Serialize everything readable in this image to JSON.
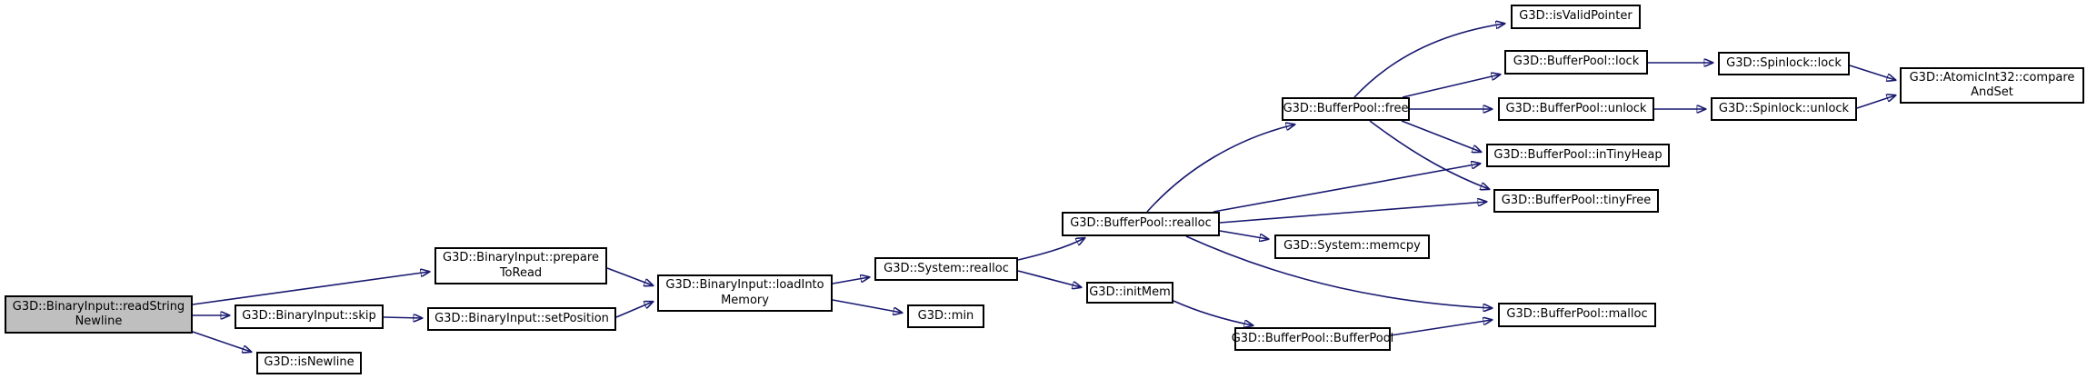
{
  "diagram": {
    "kind": "doxygen-call-graph",
    "root_function": "G3D::BinaryInput::readStringNewline",
    "background_color": "#ffffff",
    "edge_color": "#191970",
    "node_border_color": "#000000",
    "node_fill_color": "#ffffff",
    "highlight_fill_color": "#bfbfbf",
    "text_color": "#000000"
  },
  "nodes": [
    {
      "id": "readStringNewline",
      "label": "G3D::BinaryInput::readString",
      "label2": "Newline",
      "full_name": "G3D::BinaryInput::readStringNewline",
      "highlighted": true
    },
    {
      "id": "skip",
      "label": "G3D::BinaryInput::skip",
      "full_name": "G3D::BinaryInput::skip",
      "highlighted": false
    },
    {
      "id": "isNewline",
      "label": "G3D::isNewline",
      "full_name": "G3D::isNewline",
      "highlighted": false
    },
    {
      "id": "prepareToRead",
      "label": "G3D::BinaryInput::prepare",
      "label2": "ToRead",
      "full_name": "G3D::BinaryInput::prepareToRead",
      "highlighted": false
    },
    {
      "id": "setPosition",
      "label": "G3D::BinaryInput::setPosition",
      "full_name": "G3D::BinaryInput::setPosition",
      "highlighted": false
    },
    {
      "id": "loadIntoMemory",
      "label": "G3D::BinaryInput::loadInto",
      "label2": "Memory",
      "full_name": "G3D::BinaryInput::loadIntoMemory",
      "highlighted": false
    },
    {
      "id": "systemRealloc",
      "label": "G3D::System::realloc",
      "full_name": "G3D::System::realloc",
      "highlighted": false
    },
    {
      "id": "min",
      "label": "G3D::min",
      "full_name": "G3D::min",
      "highlighted": false
    },
    {
      "id": "bufferPoolRealloc",
      "label": "G3D::BufferPool::realloc",
      "full_name": "G3D::BufferPool::realloc",
      "highlighted": false
    },
    {
      "id": "initMem",
      "label": "G3D::initMem",
      "full_name": "G3D::initMem",
      "highlighted": false
    },
    {
      "id": "bufferPoolBufferPool",
      "label": "G3D::BufferPool::BufferPool",
      "full_name": "G3D::BufferPool::BufferPool",
      "highlighted": false
    },
    {
      "id": "bufferPoolMalloc",
      "label": "G3D::BufferPool::malloc",
      "full_name": "G3D::BufferPool::malloc",
      "highlighted": false
    },
    {
      "id": "systemMemcpy",
      "label": "G3D::System::memcpy",
      "full_name": "G3D::System::memcpy",
      "highlighted": false
    },
    {
      "id": "bufferPoolFree",
      "label": "G3D::BufferPool::free",
      "full_name": "G3D::BufferPool::free",
      "highlighted": false
    },
    {
      "id": "isValidPointer",
      "label": "G3D::isValidPointer",
      "full_name": "G3D::isValidPointer",
      "highlighted": false
    },
    {
      "id": "bufferPoolLock",
      "label": "G3D::BufferPool::lock",
      "full_name": "G3D::BufferPool::lock",
      "highlighted": false
    },
    {
      "id": "bufferPoolUnlock",
      "label": "G3D::BufferPool::unlock",
      "full_name": "G3D::BufferPool::unlock",
      "highlighted": false
    },
    {
      "id": "inTinyHeap",
      "label": "G3D::BufferPool::inTinyHeap",
      "full_name": "G3D::BufferPool::inTinyHeap",
      "highlighted": false
    },
    {
      "id": "tinyFree",
      "label": "G3D::BufferPool::tinyFree",
      "full_name": "G3D::BufferPool::tinyFree",
      "highlighted": false
    },
    {
      "id": "spinlockLock",
      "label": "G3D::Spinlock::lock",
      "full_name": "G3D::Spinlock::lock",
      "highlighted": false
    },
    {
      "id": "spinlockUnlock",
      "label": "G3D::Spinlock::unlock",
      "full_name": "G3D::Spinlock::unlock",
      "highlighted": false
    },
    {
      "id": "compareAndSet",
      "label": "G3D::AtomicInt32::compare",
      "label2": "AndSet",
      "full_name": "G3D::AtomicInt32::compareAndSet",
      "highlighted": false
    }
  ],
  "edges": [
    {
      "from": "G3D::BinaryInput::readStringNewline",
      "to": "G3D::BinaryInput::prepareToRead"
    },
    {
      "from": "G3D::BinaryInput::readStringNewline",
      "to": "G3D::BinaryInput::skip"
    },
    {
      "from": "G3D::BinaryInput::readStringNewline",
      "to": "G3D::isNewline"
    },
    {
      "from": "G3D::BinaryInput::skip",
      "to": "G3D::BinaryInput::setPosition"
    },
    {
      "from": "G3D::BinaryInput::prepareToRead",
      "to": "G3D::BinaryInput::loadIntoMemory"
    },
    {
      "from": "G3D::BinaryInput::setPosition",
      "to": "G3D::BinaryInput::loadIntoMemory"
    },
    {
      "from": "G3D::BinaryInput::loadIntoMemory",
      "to": "G3D::System::realloc"
    },
    {
      "from": "G3D::BinaryInput::loadIntoMemory",
      "to": "G3D::min"
    },
    {
      "from": "G3D::System::realloc",
      "to": "G3D::BufferPool::realloc"
    },
    {
      "from": "G3D::System::realloc",
      "to": "G3D::initMem"
    },
    {
      "from": "G3D::BufferPool::realloc",
      "to": "G3D::BufferPool::free"
    },
    {
      "from": "G3D::BufferPool::realloc",
      "to": "G3D::BufferPool::inTinyHeap"
    },
    {
      "from": "G3D::BufferPool::realloc",
      "to": "G3D::BufferPool::tinyFree"
    },
    {
      "from": "G3D::BufferPool::realloc",
      "to": "G3D::System::memcpy"
    },
    {
      "from": "G3D::BufferPool::realloc",
      "to": "G3D::BufferPool::malloc"
    },
    {
      "from": "G3D::BufferPool::free",
      "to": "G3D::isValidPointer"
    },
    {
      "from": "G3D::BufferPool::free",
      "to": "G3D::BufferPool::lock"
    },
    {
      "from": "G3D::BufferPool::free",
      "to": "G3D::BufferPool::unlock"
    },
    {
      "from": "G3D::BufferPool::free",
      "to": "G3D::BufferPool::inTinyHeap"
    },
    {
      "from": "G3D::BufferPool::free",
      "to": "G3D::BufferPool::tinyFree"
    },
    {
      "from": "G3D::BufferPool::lock",
      "to": "G3D::Spinlock::lock"
    },
    {
      "from": "G3D::BufferPool::unlock",
      "to": "G3D::Spinlock::unlock"
    },
    {
      "from": "G3D::Spinlock::lock",
      "to": "G3D::AtomicInt32::compareAndSet"
    },
    {
      "from": "G3D::Spinlock::unlock",
      "to": "G3D::AtomicInt32::compareAndSet"
    },
    {
      "from": "G3D::initMem",
      "to": "G3D::BufferPool::BufferPool"
    },
    {
      "from": "G3D::BufferPool::BufferPool",
      "to": "G3D::BufferPool::malloc"
    }
  ]
}
